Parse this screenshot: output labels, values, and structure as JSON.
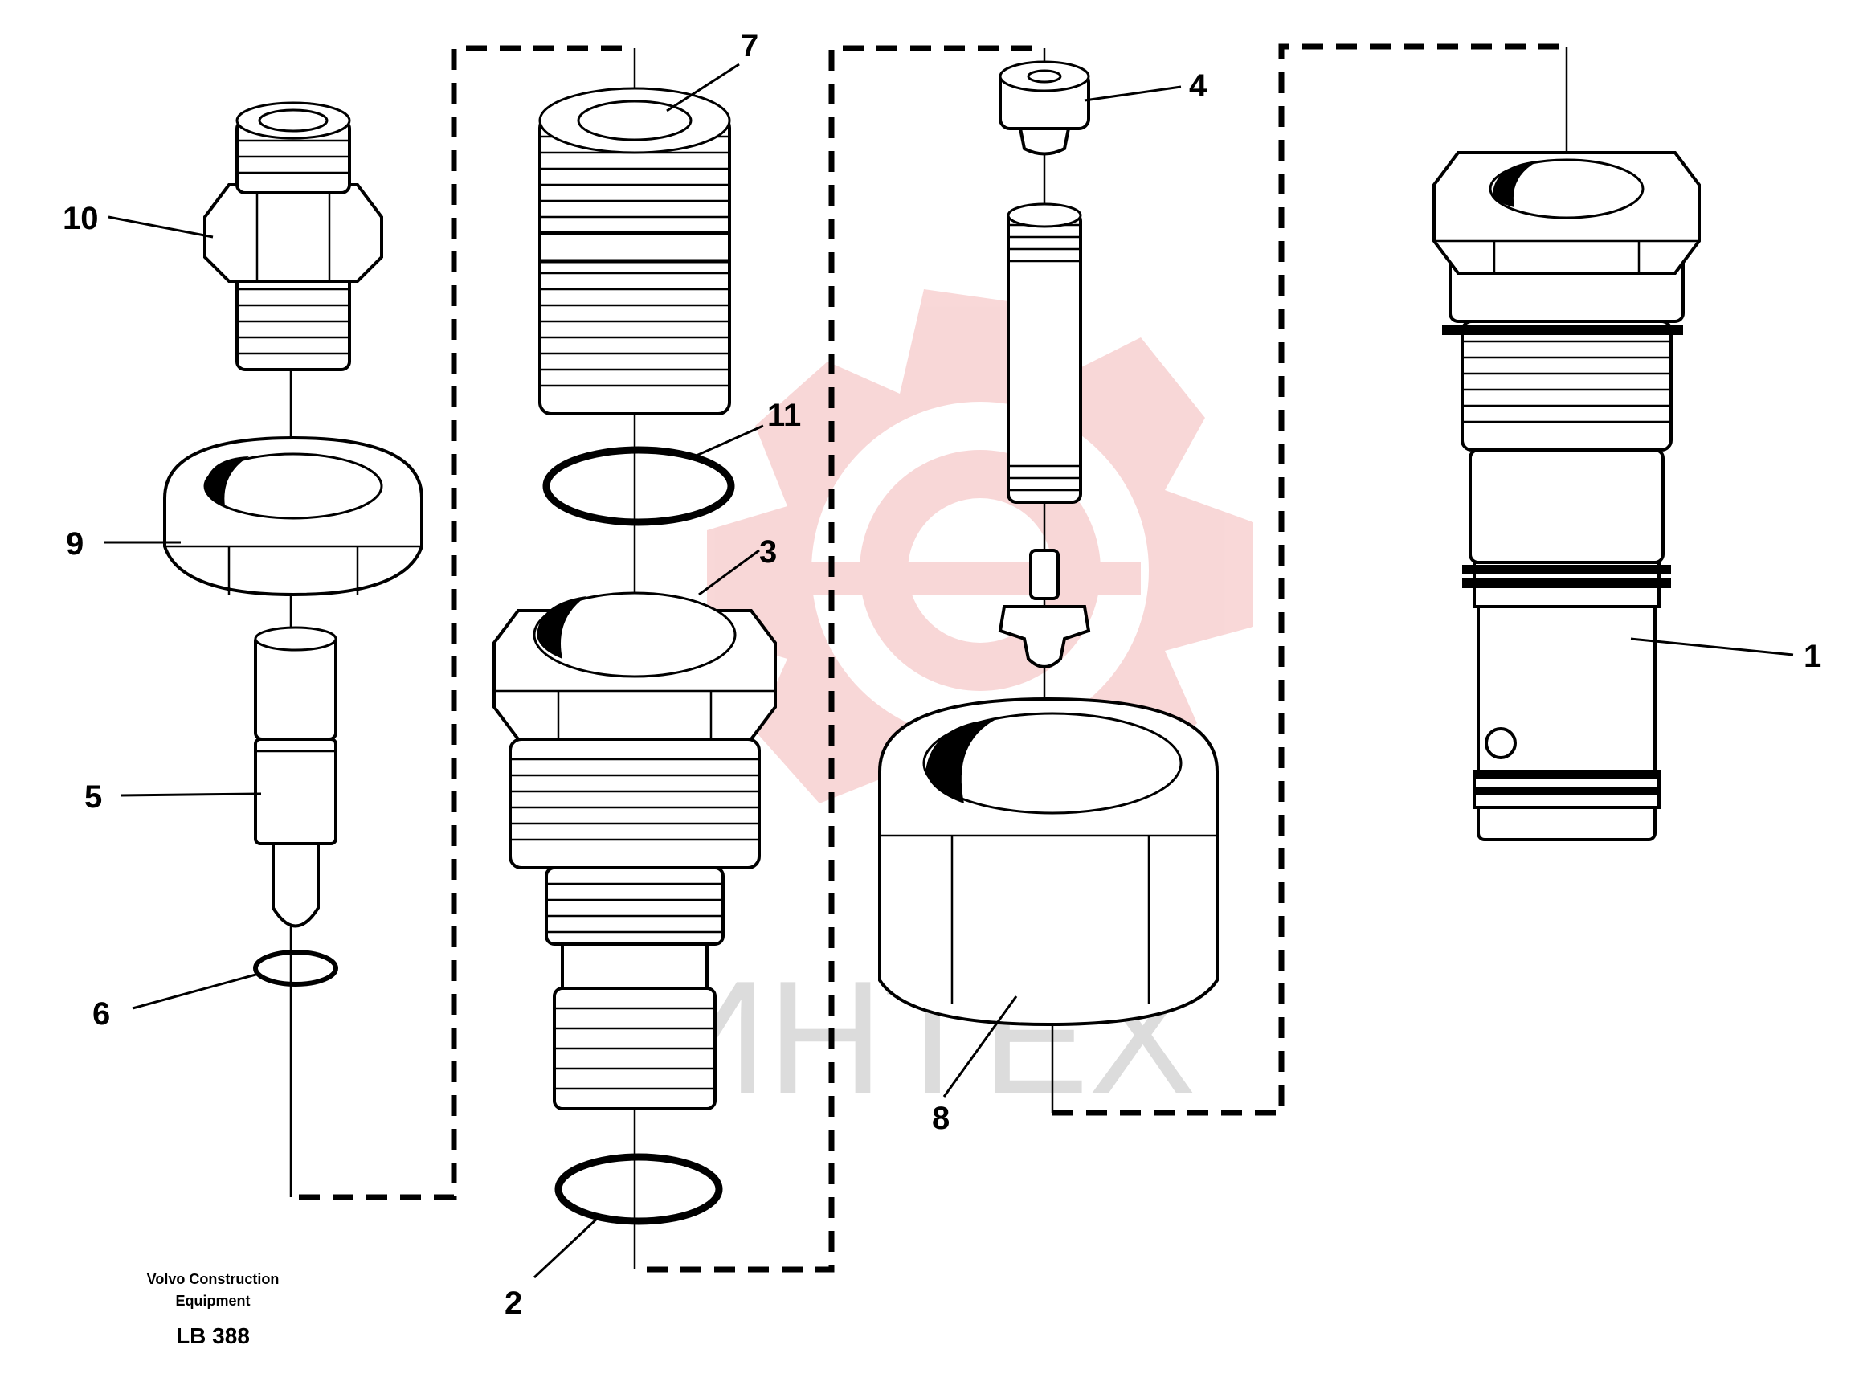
{
  "callouts": [
    {
      "id": "1",
      "text": "1"
    },
    {
      "id": "2",
      "text": "2"
    },
    {
      "id": "3",
      "text": "3"
    },
    {
      "id": "4",
      "text": "4"
    },
    {
      "id": "5",
      "text": "5"
    },
    {
      "id": "6",
      "text": "6"
    },
    {
      "id": "7",
      "text": "7"
    },
    {
      "id": "8",
      "text": "8"
    },
    {
      "id": "9",
      "text": "9"
    },
    {
      "id": "10",
      "text": "10"
    },
    {
      "id": "11",
      "text": "11"
    }
  ],
  "footer": {
    "company_line1": "Volvo Construction",
    "company_line2": "Equipment",
    "code": "LB 388"
  },
  "watermark": {
    "text": "ИНТЕХ",
    "color": "#f4b8b8",
    "text_color": "#dcdcdc"
  }
}
